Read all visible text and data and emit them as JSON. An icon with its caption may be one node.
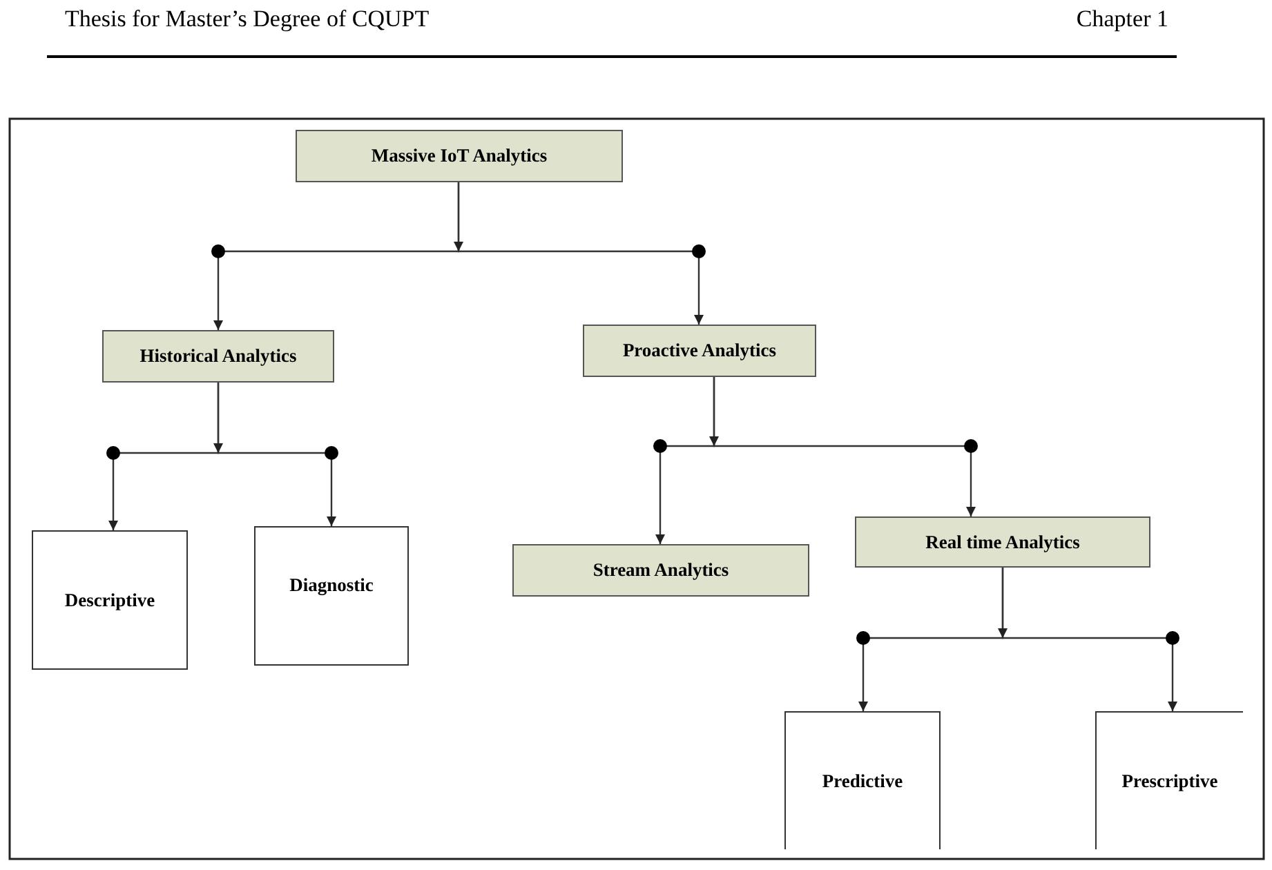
{
  "diagram": {
    "nodes": [
      {
        "text": [
          "Massive IoT Analytics"
        ]
      },
      {
        "text": [
          "Historical Analytics"
        ]
      },
      {
        "text": [
          "Proactive Analytics"
        ]
      },
      {
        "text": [
          "Descriptive"
        ]
      },
      {
        "text": [
          "Diagnostic"
        ]
      },
      {
        "text": [
          "Stream Analytics"
        ]
      },
      {
        "text": [
          "Real time Analytics"
        ]
      },
      {
        "text": [
          "Predictive"
        ]
      },
      {
        "text": [
          "Prescriptive"
        ]
      }
    ],
    "edges": [
      {
        "from": 0,
        "to": 1,
        "arrow": "to"
      },
      {
        "from": 0,
        "to": 2,
        "arrow": "to"
      },
      {
        "from": 1,
        "to": 3,
        "arrow": "to"
      },
      {
        "from": 1,
        "to": 4,
        "arrow": "to"
      },
      {
        "from": 2,
        "to": 5,
        "arrow": "to"
      },
      {
        "from": 2,
        "to": 6,
        "arrow": "to"
      },
      {
        "from": 6,
        "to": 7,
        "arrow": "to"
      },
      {
        "from": 6,
        "to": 8,
        "arrow": "to"
      }
    ],
    "labels": [
      "Thesis for Master’s Degree of CQUPT",
      "Chapter 1"
    ]
  }
}
